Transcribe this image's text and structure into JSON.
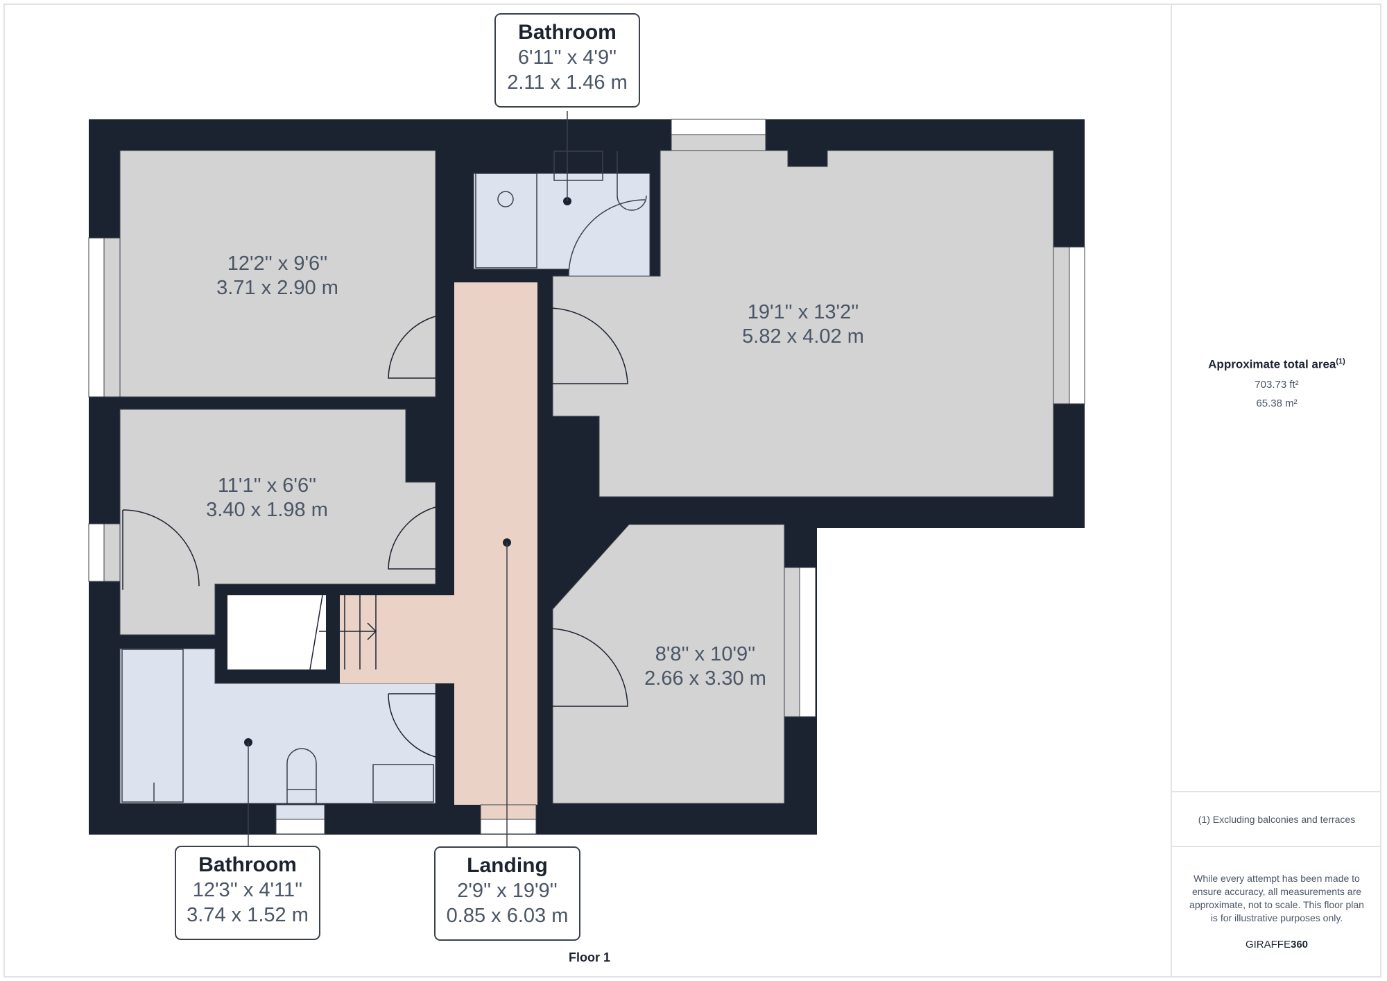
{
  "floor_label": "Floor 1",
  "colors": {
    "wall": "#1c2330",
    "room_floor": "#d3d3d3",
    "bathroom_floor": "#dde3ee",
    "landing_floor": "#ead3c6",
    "text": "#4a5566",
    "heading": "#1c2330"
  },
  "callouts": [
    {
      "title": "Bathroom",
      "imperial": "6'11'' x 4'9''",
      "metric": "2.11 x 1.46 m"
    },
    {
      "title": "Bathroom",
      "imperial": "12'3'' x 4'11''",
      "metric": "3.74 x 1.52 m"
    },
    {
      "title": "Landing",
      "imperial": "2'9'' x 19'9''",
      "metric": "0.85 x 6.03 m"
    }
  ],
  "rooms": [
    {
      "imperial": "12'2'' x 9'6''",
      "metric": "3.71 x 2.90 m"
    },
    {
      "imperial": "11'1'' x 6'6''",
      "metric": "3.40 x 1.98 m"
    },
    {
      "imperial": "19'1'' x 13'2''",
      "metric": "5.82 x 4.02 m"
    },
    {
      "imperial": "8'8'' x 10'9''",
      "metric": "2.66 x 3.30 m"
    }
  ],
  "panel": {
    "area_title": "Approximate total area",
    "area_footnote_mark": "(1)",
    "area_sqft": "703.73 ft²",
    "area_sqm": "65.38 m²",
    "footnote": "(1) Excluding balconies and terraces",
    "disclaimer": "While every attempt has been made to ensure accuracy, all measurements are approximate, not to scale. This floor plan is for illustrative purposes only.",
    "brand_light": "GIRAFFE",
    "brand_bold": "360"
  }
}
